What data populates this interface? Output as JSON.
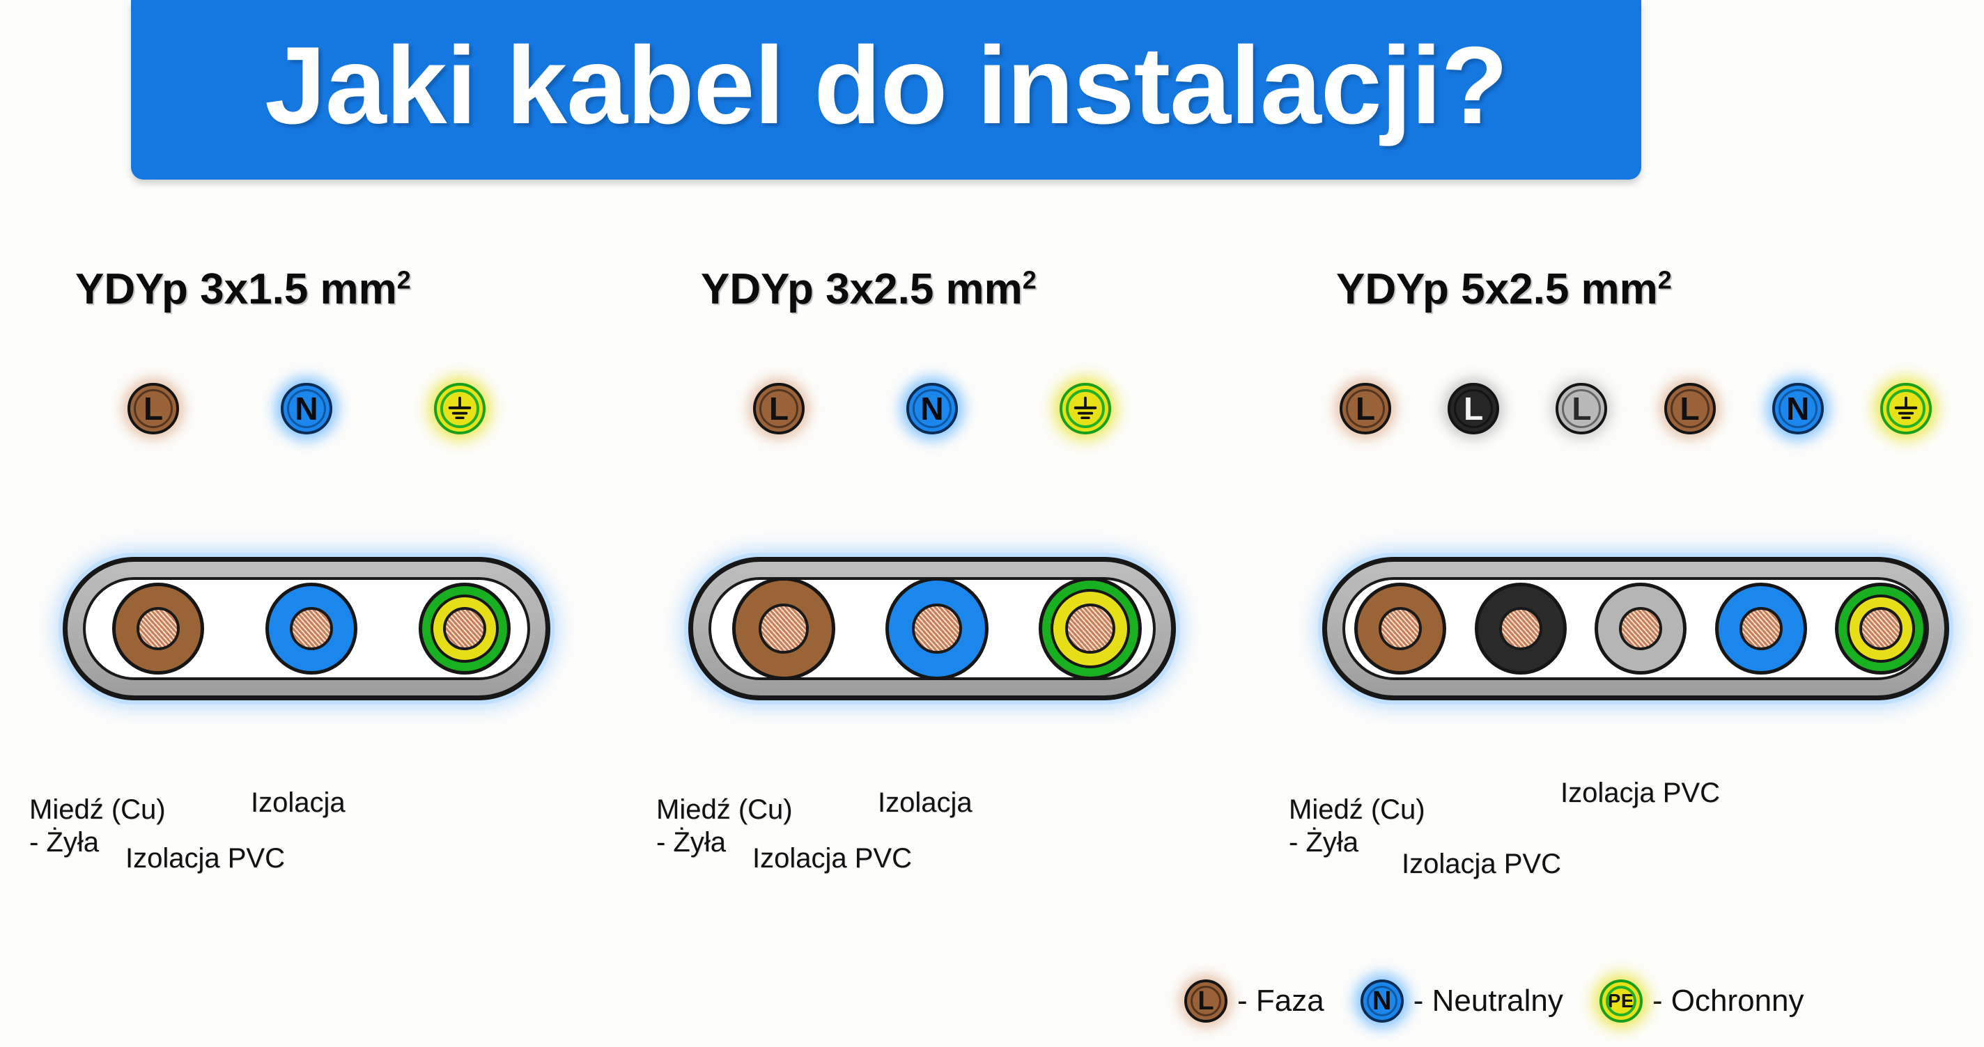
{
  "header": {
    "title": "Jaki kabel do instalacji?",
    "banner_color": "#1577e0",
    "title_color": "#ffffff"
  },
  "colors": {
    "brown": "#9b6437",
    "blue": "#1b87ed",
    "black": "#2a2a2a",
    "gray": "#b5b5b5",
    "yellow": "#e6df18",
    "green": "#18b020",
    "copper": "#d99a74",
    "sheath": "#b0b0b0",
    "glow": "#a9d2ff"
  },
  "cables": [
    {
      "title": "YDYp 3x1.5 mm",
      "title_sup": "2",
      "badges": [
        {
          "label": "L",
          "kind": "brown",
          "icon": "phase-l-icon"
        },
        {
          "label": "N",
          "kind": "blue",
          "icon": "neutral-n-icon"
        },
        {
          "label": "",
          "kind": "ground",
          "icon": "earth-ground-icon"
        }
      ],
      "cores": [
        {
          "color": "brown",
          "name": "core-brown"
        },
        {
          "color": "blue",
          "name": "core-blue"
        },
        {
          "color": "green-yellow",
          "name": "core-green-yellow"
        }
      ],
      "labels": [
        {
          "text": "Miedź (Cu)\n - Żyła",
          "arrow": "brown"
        },
        {
          "text": "Izolacja PVC",
          "arrow": "blue"
        },
        {
          "text": "Izolacja",
          "arrow": "yellow"
        }
      ]
    },
    {
      "title": "YDYp 3x2.5 mm",
      "title_sup": "2",
      "badges": [
        {
          "label": "L",
          "kind": "brown",
          "icon": "phase-l-icon"
        },
        {
          "label": "N",
          "kind": "blue",
          "icon": "neutral-n-icon"
        },
        {
          "label": "",
          "kind": "ground",
          "icon": "earth-ground-icon"
        }
      ],
      "cores": [
        {
          "color": "brown",
          "name": "core-brown"
        },
        {
          "color": "blue",
          "name": "core-blue"
        },
        {
          "color": "green-yellow",
          "name": "core-green-yellow"
        }
      ],
      "labels": [
        {
          "text": "Miedź (Cu)\n - Żyła",
          "arrow": "brown"
        },
        {
          "text": "Izolacja PVC",
          "arrow": "blue"
        },
        {
          "text": "Izolacja",
          "arrow": "yellow"
        }
      ]
    },
    {
      "title": "YDYp 5x2.5 mm",
      "title_sup": "2",
      "badges": [
        {
          "label": "L",
          "kind": "brown",
          "icon": "phase-l-icon"
        },
        {
          "label": "L",
          "kind": "black",
          "icon": "phase-l-icon"
        },
        {
          "label": "L",
          "kind": "gray",
          "icon": "phase-l-icon"
        },
        {
          "label": "L",
          "kind": "brown",
          "icon": "phase-l-icon"
        },
        {
          "label": "N",
          "kind": "blue",
          "icon": "neutral-n-icon"
        },
        {
          "label": "",
          "kind": "ground",
          "icon": "earth-ground-icon"
        }
      ],
      "cores": [
        {
          "color": "brown",
          "name": "core-brown"
        },
        {
          "color": "black",
          "name": "core-black"
        },
        {
          "color": "gray",
          "name": "core-gray"
        },
        {
          "color": "blue",
          "name": "core-blue"
        },
        {
          "color": "green-yellow",
          "name": "core-green-yellow"
        }
      ],
      "labels": [
        {
          "text": "Miedź (Cu)\n - Żyła",
          "arrow": "brown"
        },
        {
          "text": "Izolacja PVC",
          "arrow": "blue"
        },
        {
          "text": "Izolacja PVC",
          "arrow": "yellow"
        }
      ]
    }
  ],
  "legend": {
    "items": [
      {
        "badge": "L",
        "kind": "brown",
        "text": "- Faza",
        "icon": "phase-l-icon"
      },
      {
        "badge": "N",
        "kind": "blue",
        "text": "- Neutralny",
        "icon": "neutral-n-icon"
      },
      {
        "badge": "PE",
        "kind": "ground",
        "text": "- Ochronny",
        "icon": "protective-earth-icon"
      }
    ]
  }
}
